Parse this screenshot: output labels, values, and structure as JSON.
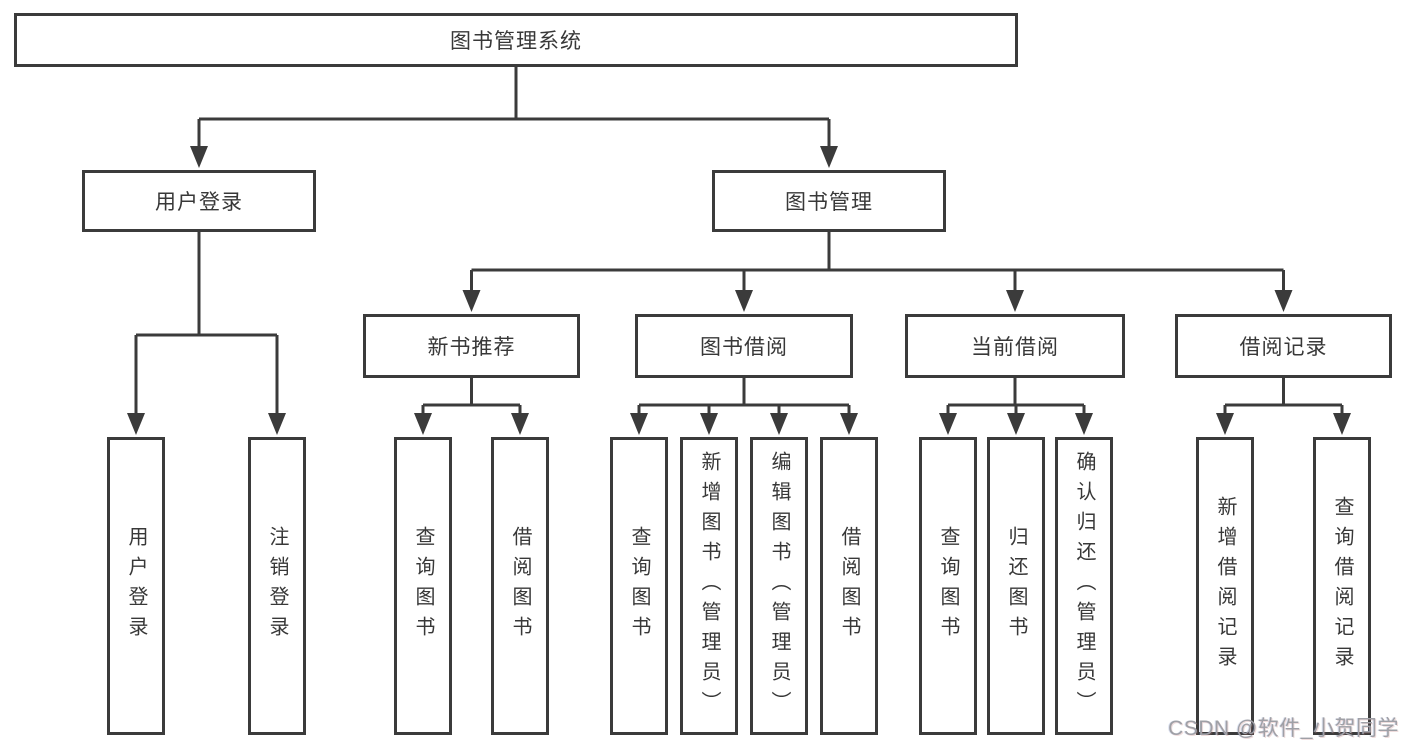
{
  "root": {
    "label": "图书管理系统"
  },
  "branches": [
    {
      "label": "用户登录",
      "leaves": [
        "用户登录",
        "注销登录"
      ]
    },
    {
      "label": "图书管理",
      "children": [
        {
          "label": "新书推荐",
          "leaves": [
            "查询图书",
            "借阅图书"
          ]
        },
        {
          "label": "图书借阅",
          "leaves": [
            "查询图书",
            "新增图书（管理员）",
            "编辑图书（管理员）",
            "借阅图书"
          ]
        },
        {
          "label": "当前借阅",
          "leaves": [
            "查询图书",
            "归还图书",
            "确认归还（管理员）"
          ]
        },
        {
          "label": "借阅记录",
          "leaves": [
            "新增借阅记录",
            "查询借阅记录"
          ]
        }
      ]
    }
  ],
  "watermark": "CSDN @软件_小贺同学",
  "colors": {
    "line": "#3b3b3b",
    "text": "#383838",
    "watermark": "#9fa0a6",
    "background": "#ffffff"
  }
}
